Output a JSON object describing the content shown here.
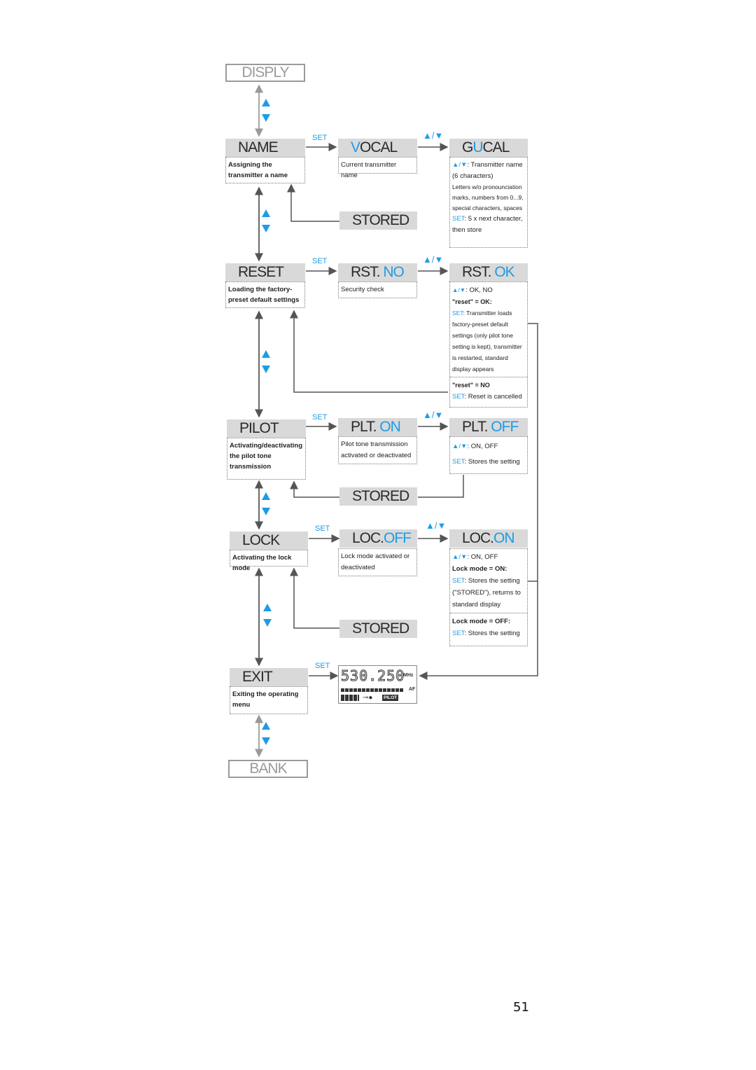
{
  "menu": {
    "disply": "DISPLY",
    "name": "NAME",
    "reset": "RESET",
    "pilot": "PILOT",
    "lock": "LOCK",
    "exit": "EXIT",
    "bank": "BANK"
  },
  "descriptions": {
    "name": "Assigning the transmitter a name",
    "reset": "Loading the factory-preset default settings",
    "pilot": "Activating/deactivating the pilot tone transmission",
    "lock": "Activating the lock mode",
    "exit": "Exiting the operating menu"
  },
  "set_label": "SET",
  "name_row": {
    "current_a": "V",
    "current_b": "OCAL",
    "current_desc": "Current transmitter name",
    "edit_a": "G",
    "edit_b": "U",
    "edit_c": "CAL",
    "edit_line1": ": Transmitter name",
    "edit_line2": "(6 characters)",
    "edit_line3": "Letters w/o pronounciation marks, numbers from 0...9, special characters, spaces",
    "edit_set": "SET",
    "edit_line4": ": 5 x next character, then store",
    "stored": "STORED"
  },
  "reset_row": {
    "current_a": "RST. ",
    "current_b": "NO",
    "current_desc": "Security check",
    "edit_a": "RST. ",
    "edit_b": "OK",
    "opt": ": OK, NO",
    "ok_head": "\"reset\" = OK:",
    "ok_set": "SET",
    "ok_text": ": Transmitter loads factory-preset default settings (only pilot tone setting is kept), transmitter is restarted, standard display appears",
    "no_head": "\"reset\" = NO",
    "no_set": "SET",
    "no_text": ": Reset is cancelled"
  },
  "pilot_row": {
    "current_a": "PLT.  ",
    "current_b": "ON",
    "current_desc": "Pilot tone transmission activated or deactivated",
    "edit_a": "PLT.  ",
    "edit_b": "OFF",
    "opt": ": ON, OFF",
    "set": "SET",
    "set_text": ": Stores the setting",
    "stored": "STORED"
  },
  "lock_row": {
    "current_a": "LOC.",
    "current_b": "OFF",
    "current_desc": "Lock mode activated or deactivated",
    "edit_a": "LOC.",
    "edit_b": "ON",
    "opt": ": ON, OFF",
    "on_head": "Lock mode = ON:",
    "on_set": "SET",
    "on_text": ": Stores the setting (\"STORED\"), returns to standard display",
    "off_head": "Lock mode = OFF:",
    "off_set": "SET",
    "off_text": ": Stores the setting",
    "stored": "STORED"
  },
  "display": {
    "freq": "530.250",
    "mhz": "MHz",
    "af": "AF",
    "pilot": "PILOT"
  },
  "page_number": "51",
  "colors": {
    "accent": "#1e9be6",
    "lcd": "#d9d9d9",
    "line": "#555555"
  }
}
